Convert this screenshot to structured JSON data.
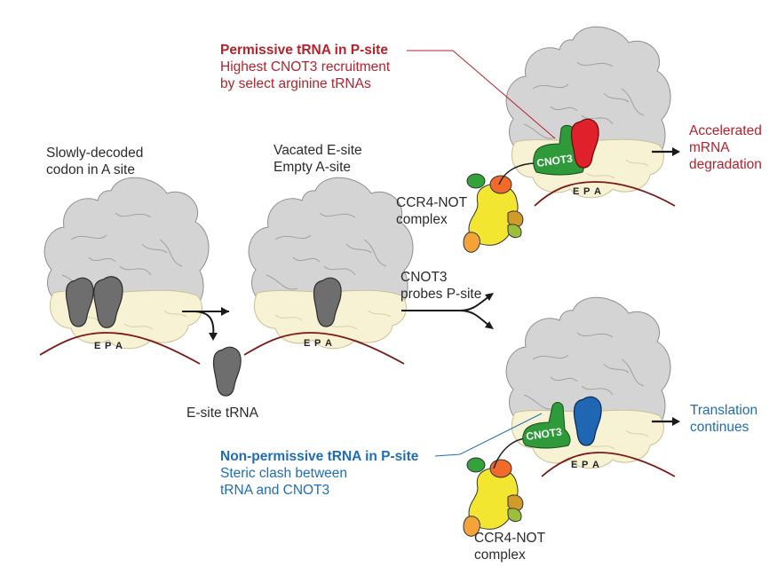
{
  "labels": {
    "slow_codon": [
      "Slowly-decoded",
      "codon in A site"
    ],
    "vacated": [
      "Vacated E-site",
      "Empty A-site"
    ],
    "esite_trna": "E-site tRNA",
    "ccr4_not_top": [
      "CCR4-NOT",
      "complex"
    ],
    "cnot3_probes": [
      "CNOT3",
      "probes P-site"
    ],
    "ccr4_not_bottom": [
      "CCR4-NOT",
      "complex"
    ],
    "permissive_title": "Permissive tRNA in P-site",
    "permissive_desc": [
      "Highest CNOT3 recruitment",
      "by select arginine tRNAs"
    ],
    "accelerated": [
      "Accelerated",
      "mRNA",
      "degradation"
    ],
    "nonpermissive_title": "Non-permissive tRNA in P-site",
    "nonpermissive_desc": [
      "Steric clash between",
      "tRNA and CNOT3"
    ],
    "translation": [
      "Translation",
      "continues"
    ],
    "cnot3_tag": "CNOT3",
    "site_e": "E",
    "site_p": "P",
    "site_a": "A"
  },
  "colors": {
    "large_subunit": "#d4d4d4",
    "small_subunit": "#f7f2d3",
    "trna_gray": "#6e6e6e",
    "trna_red": "#e0202a",
    "trna_blue": "#1f66b3",
    "cnot3_green": "#2f9a3a",
    "mrna": "#7a1a1a",
    "scaffold_yellow": "#f2e630",
    "red_text": "#b5222c",
    "blue_text": "#1f6db6"
  }
}
